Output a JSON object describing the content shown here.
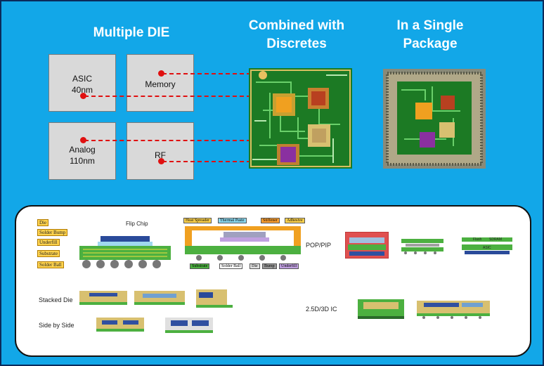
{
  "headings": {
    "multiple_die": "Multiple DIE",
    "combined_line1": "Combined with",
    "combined_line2": "Discretes",
    "single_line1": "In a Single",
    "single_line2": "Package"
  },
  "dies": {
    "asic": {
      "line1": "ASIC",
      "line2": "40nm"
    },
    "memory": {
      "line1": "Memory"
    },
    "analog": {
      "line1": "Analog",
      "line2": "110nm"
    },
    "rf": {
      "line1": "RF"
    }
  },
  "flip_chip": {
    "title": "Flip Chip",
    "callouts": [
      "Die",
      "Solder Bump",
      "Underfill",
      "Substrate",
      "Solder Ball"
    ],
    "top_legend": [
      "Heat Spreader",
      "Thermal Paste",
      "Stiffener",
      "Adhesive"
    ],
    "bottom_legend": [
      "Substrate",
      "Solder Ball",
      "Die",
      "Bump",
      "Underfill"
    ]
  },
  "pop_pip": {
    "title": "POP/PIP",
    "chip_labels": [
      "Flash",
      "SDRAM",
      "ASIC"
    ]
  },
  "stacked_die": {
    "title": "Stacked Die"
  },
  "side_by_side": {
    "title": "Side by Side"
  },
  "ic_25d3d": {
    "title": "2.5D/3D IC"
  },
  "colors": {
    "background": "#12a7e8",
    "die_fill": "#d9d9d9",
    "connector_red": "#e01010",
    "pcb_green": "#1f8a2a",
    "callout_yellow": "#ffd34d"
  }
}
